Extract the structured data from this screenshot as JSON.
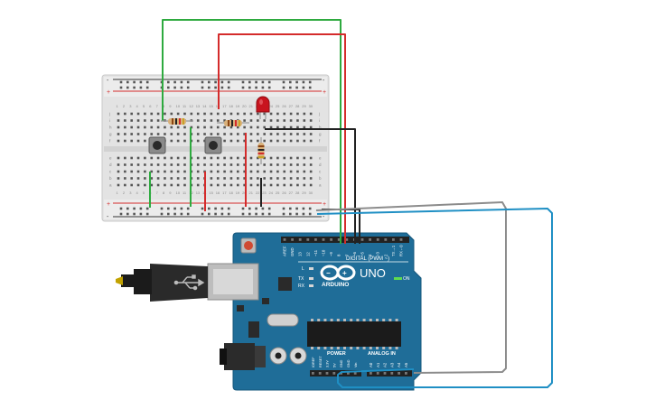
{
  "breadboard": {
    "columns": 30,
    "column_numbers": [
      "1",
      "2",
      "3",
      "4",
      "5",
      "6",
      "7",
      "8",
      "9",
      "10",
      "11",
      "12",
      "13",
      "14",
      "15",
      "16",
      "17",
      "18",
      "19",
      "20",
      "21",
      "22",
      "23",
      "24",
      "25",
      "26",
      "27",
      "28",
      "29",
      "30"
    ],
    "upper_row_letters": [
      "j",
      "i",
      "h",
      "g",
      "f"
    ],
    "lower_row_letters": [
      "e",
      "d",
      "c",
      "b",
      "a"
    ],
    "rail_plus": "+",
    "rail_minus": "-"
  },
  "arduino": {
    "model_label": "UNO",
    "brand_label": "ARDUINO",
    "digital_label": "DIGITAL (PWM ~)",
    "digital_pins": [
      "AREF",
      "GND",
      "13",
      "12",
      "~11",
      "~10",
      "~9",
      "8",
      "7",
      "~6",
      "~5",
      "4",
      "~3",
      "2",
      "TX→1",
      "RX←0"
    ],
    "power_header_label": "POWER",
    "analog_header_label": "ANALOG IN",
    "power_pins": [
      "IOREF",
      "RESET",
      "3.3V",
      "5V",
      "GND",
      "GND",
      "Vin"
    ],
    "analog_pins": [
      "A0",
      "A1",
      "A2",
      "A3",
      "A4",
      "A5"
    ],
    "led_labels": [
      "L",
      "TX",
      "RX"
    ],
    "on_label": "ON"
  },
  "colors": {
    "board_blue": "#1f6d98",
    "wire_green": "#2eaa3f",
    "wire_red": "#d42b2b",
    "wire_black": "#222222",
    "wire_gray": "#8c8c8c",
    "wire_blue": "#1f8fc4",
    "led_red": "#c8141e"
  }
}
